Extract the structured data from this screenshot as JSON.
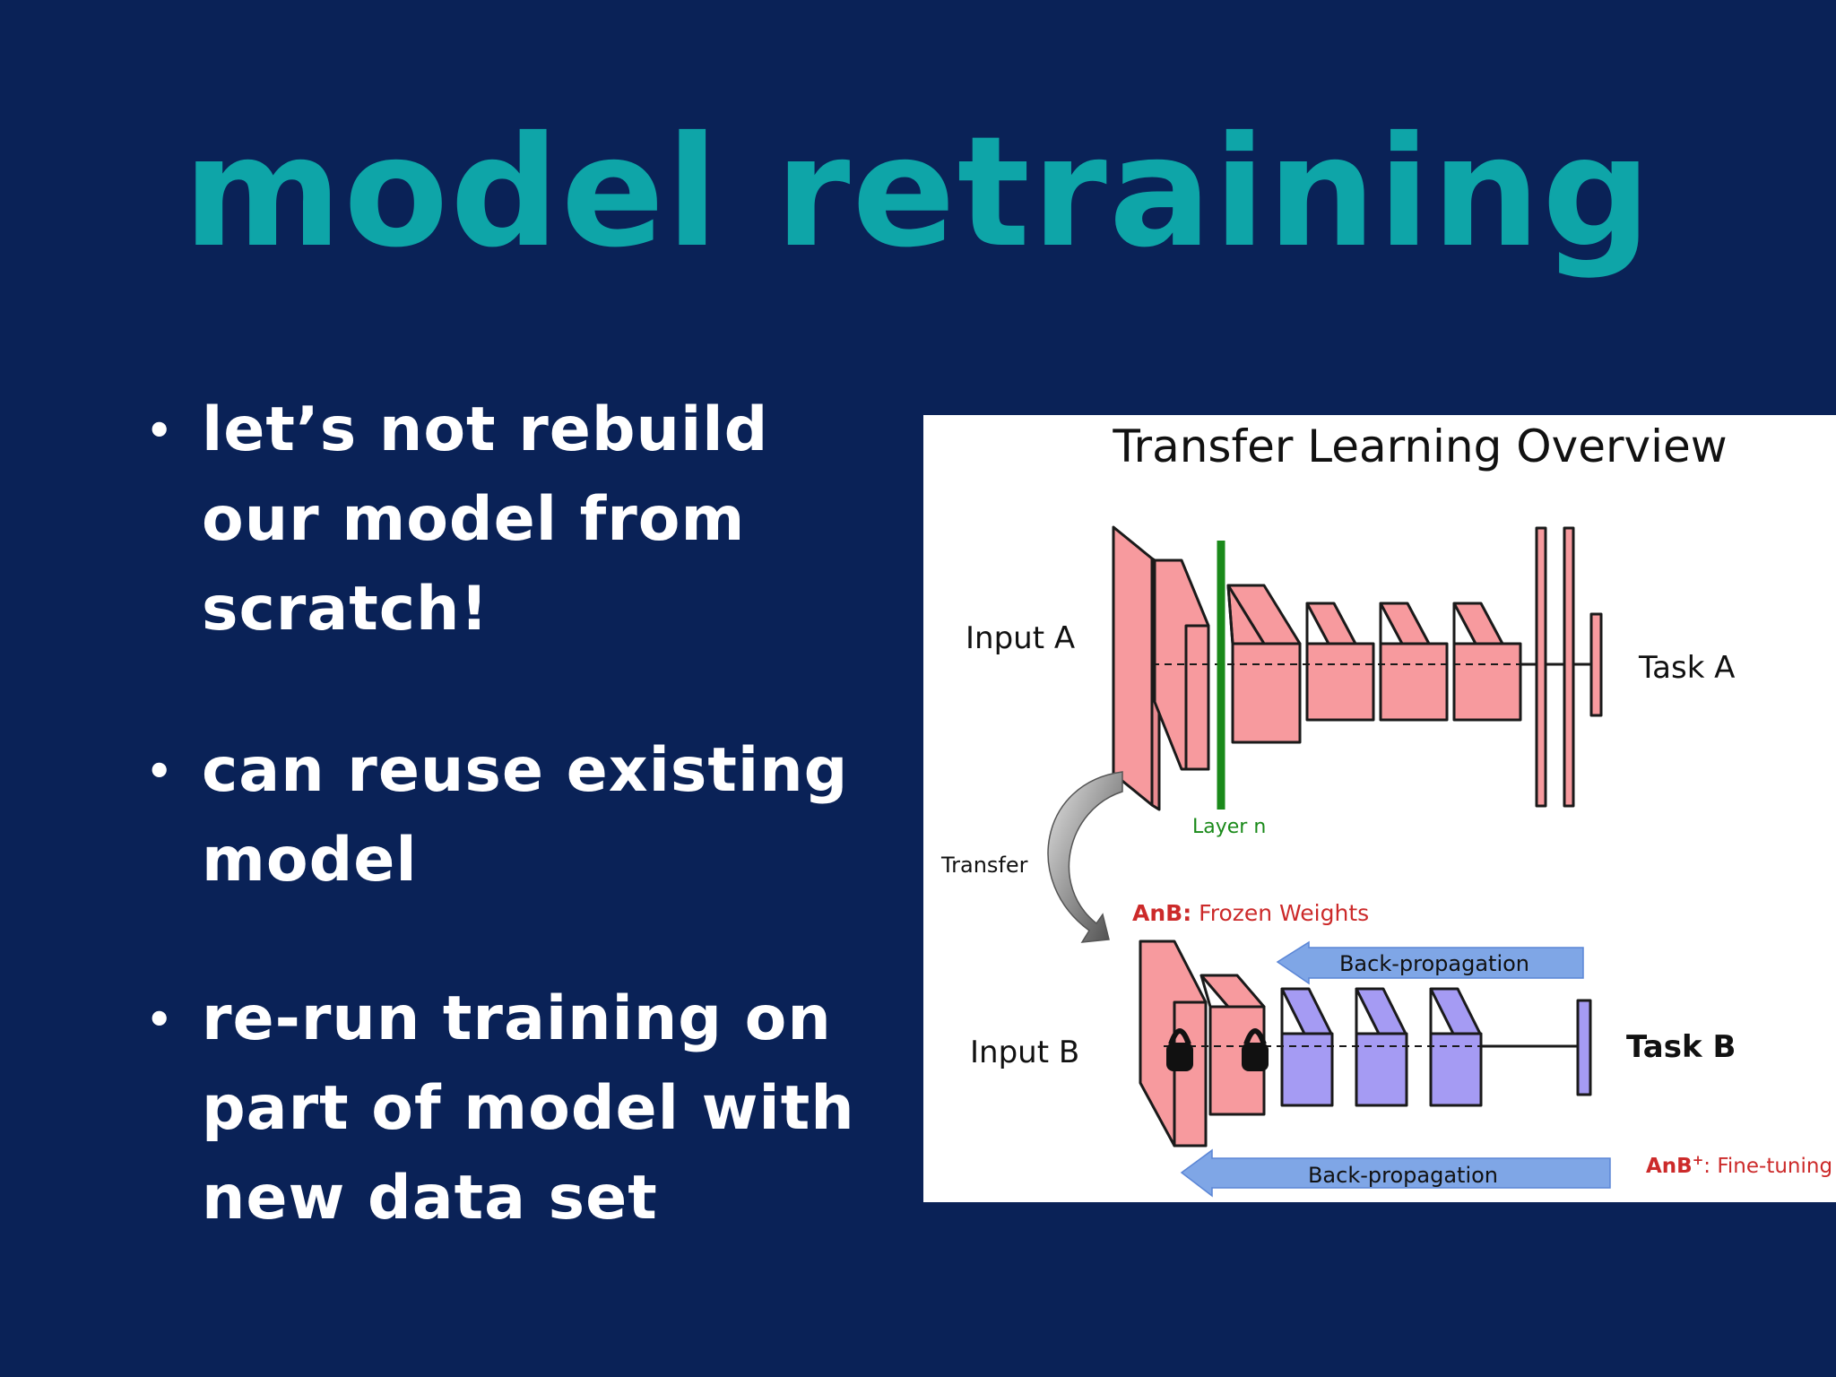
{
  "slide": {
    "title": "model retraining",
    "bullets": [
      {
        "lines": [
          "let’s not rebuild",
          "our model from",
          "scratch!"
        ]
      },
      {
        "lines": [
          "can reuse existing",
          "model"
        ]
      },
      {
        "lines": [
          "re-run training on",
          "part of model with",
          "new data set"
        ]
      }
    ],
    "bullet_symbol": "•"
  },
  "diagram": {
    "title": "Transfer Learning Overview",
    "labels": {
      "input_a": "Input A",
      "task_a": "Task A",
      "layer_n": "Layer n",
      "transfer": "Transfer",
      "frozen_prefix": "AnB:",
      "frozen_rest": " Frozen Weights",
      "backprop_top": "Back-propagation",
      "input_b": "Input B",
      "task_b": "Task B",
      "backprop_bottom": "Back-propagation",
      "finetune_prefix": "AnB",
      "finetune_sup": "+",
      "finetune_rest": ": Fine-tuning"
    },
    "colors": {
      "background": "#0a2257",
      "title": "#0ea5a8",
      "bullet_text": "#ffffff",
      "layer_red": "#f79a9e",
      "layer_purple": "#a59bf3",
      "layer_n_line": "#1a8a1a",
      "label_red": "#cc2a2a",
      "arrow_blue": "#7fa6e6"
    }
  }
}
